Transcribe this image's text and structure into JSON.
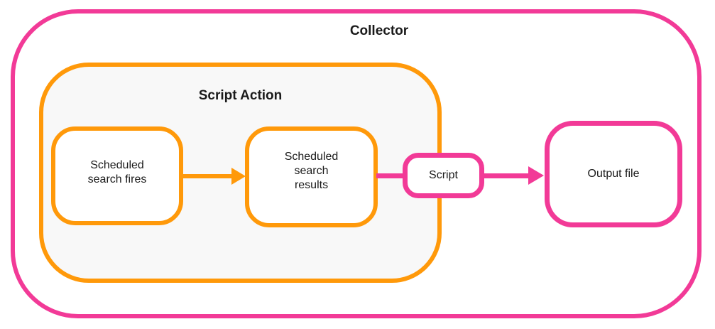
{
  "colors": {
    "pink": "#F23A97",
    "orange": "#FF990A",
    "container_fill": "#F8F8F8",
    "text": "#1A1A1A",
    "background": "#FFFFFF"
  },
  "diagram": {
    "collector": {
      "label": "Collector"
    },
    "script_action": {
      "label": "Script Action"
    },
    "nodes": {
      "scheduled_search_fires": {
        "label": "Scheduled search fires"
      },
      "scheduled_search_results": {
        "label": "Scheduled search results"
      },
      "script": {
        "label": "Script"
      },
      "output_file": {
        "label": "Output file"
      }
    },
    "connections": [
      {
        "from": "scheduled_search_fires",
        "to": "scheduled_search_results",
        "style": "orange-arrow"
      },
      {
        "from": "scheduled_search_results",
        "to": "script",
        "style": "pink-line"
      },
      {
        "from": "script",
        "to": "output_file",
        "style": "pink-arrow"
      }
    ]
  }
}
